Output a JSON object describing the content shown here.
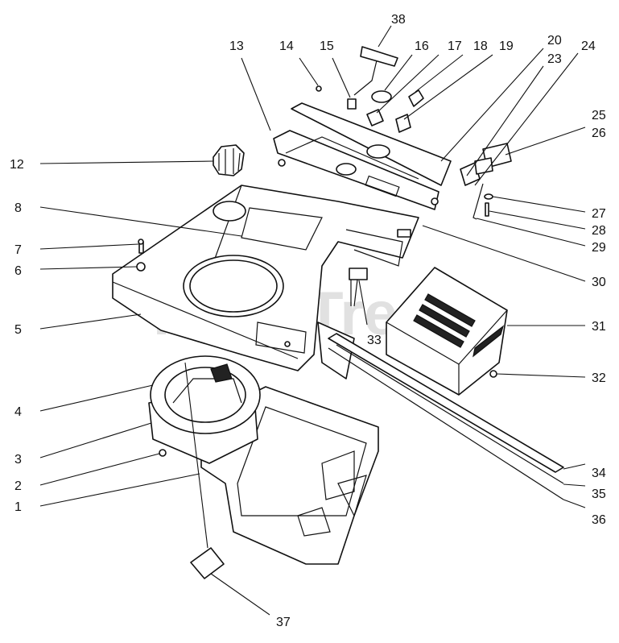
{
  "watermark": "PartsTree",
  "callouts": {
    "c1": "1",
    "c2": "2",
    "c3": "3",
    "c4": "4",
    "c5": "5",
    "c6": "6",
    "c7": "7",
    "c8": "8",
    "c12": "12",
    "c13": "13",
    "c14": "14",
    "c15": "15",
    "c16": "16",
    "c17": "17",
    "c18": "18",
    "c19": "19",
    "c20": "20",
    "c23": "23",
    "c24": "24",
    "c25": "25",
    "c26": "26",
    "c27": "27",
    "c28": "28",
    "c29": "29",
    "c30": "30",
    "c31": "31",
    "c32": "32",
    "c33": "33",
    "c34": "34",
    "c35": "35",
    "c36": "36",
    "c37": "37",
    "c38": "38"
  }
}
